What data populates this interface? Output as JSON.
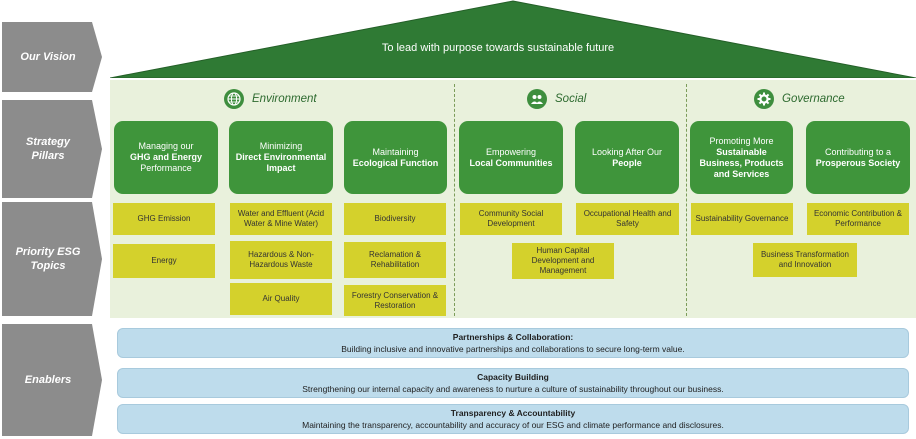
{
  "side_labels": {
    "vision": "Our Vision",
    "pillars": "Strategy Pillars",
    "topics": "Priority ESG Topics",
    "enablers": "Enablers"
  },
  "vision": "To lead with purpose towards sustainable future",
  "pillar_groups": {
    "environment": "Environment",
    "social": "Social",
    "governance": "Governance"
  },
  "pillars": [
    {
      "pre": "Managing our",
      "bold": "GHG and Energy",
      "post": "Performance"
    },
    {
      "pre": "Minimizing",
      "bold": "Direct Environmental Impact",
      "post": ""
    },
    {
      "pre": "Maintaining",
      "bold": "Ecological Function",
      "post": ""
    },
    {
      "pre": "Empowering",
      "bold": "Local Communities",
      "post": ""
    },
    {
      "pre": "Looking After Our",
      "bold": "People",
      "post": ""
    },
    {
      "pre": "Promoting More",
      "bold": "Sustainable Business, Products and Services",
      "post": ""
    },
    {
      "pre": "Contributing to a",
      "bold": "Prosperous Society",
      "post": ""
    }
  ],
  "topics": {
    "ghg_emission": "GHG Emission",
    "energy": "Energy",
    "water_effluent": "Water and Effluent (Acid Water & Mine Water)",
    "hazardous_waste": "Hazardous & Non-Hazardous Waste",
    "air_quality": "Air Quality",
    "biodiversity": "Biodiversity",
    "reclamation": "Reclamation & Rehabilitation",
    "forestry": "Forestry Conservation & Restoration",
    "community_social": "Community Social Development",
    "human_capital": "Human Capital Development and Management",
    "ohs": "Occupational Health and Safety",
    "sust_governance": "Sustainability Governance",
    "economic_contribution": "Economic Contribution & Performance",
    "business_transformation": "Business Transformation and Innovation"
  },
  "enablers": [
    {
      "title": "Partnerships & Collaboration:",
      "desc": "Building inclusive and innovative partnerships and collaborations to secure long-term value."
    },
    {
      "title": "Capacity Building",
      "desc": "Strengthening our internal capacity and awareness to nurture a culture of sustainability throughout our business."
    },
    {
      "title": "Transparency & Accountability",
      "desc": "Maintaining the transparency, accountability and accuracy of our ESG and climate performance and disclosures."
    }
  ],
  "colors": {
    "roof": "#2f7a34",
    "pillar": "#3f953b",
    "topic": "#d4d12c",
    "enabler": "#bedcec",
    "side_label": "#8c8c8c"
  }
}
